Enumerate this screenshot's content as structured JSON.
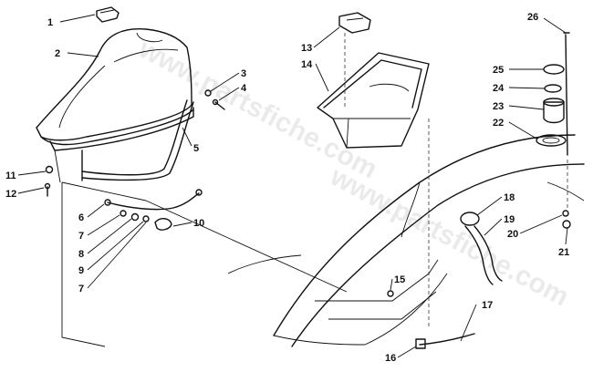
{
  "watermark": "www.partsfiche.com",
  "callouts": [
    {
      "id": "callout-1",
      "text": "1"
    },
    {
      "id": "callout-2",
      "text": "2"
    },
    {
      "id": "callout-3",
      "text": "3"
    },
    {
      "id": "callout-4",
      "text": "4"
    },
    {
      "id": "callout-5",
      "text": "5"
    },
    {
      "id": "callout-6",
      "text": "6"
    },
    {
      "id": "callout-7a",
      "text": "7"
    },
    {
      "id": "callout-8",
      "text": "8"
    },
    {
      "id": "callout-9",
      "text": "9"
    },
    {
      "id": "callout-7b",
      "text": "7"
    },
    {
      "id": "callout-10",
      "text": "10"
    },
    {
      "id": "callout-11",
      "text": "11"
    },
    {
      "id": "callout-12",
      "text": "12"
    },
    {
      "id": "callout-13",
      "text": "13"
    },
    {
      "id": "callout-14",
      "text": "14"
    },
    {
      "id": "callout-15",
      "text": "15"
    },
    {
      "id": "callout-16",
      "text": "16"
    },
    {
      "id": "callout-17",
      "text": "17"
    },
    {
      "id": "callout-18",
      "text": "18"
    },
    {
      "id": "callout-19",
      "text": "19"
    },
    {
      "id": "callout-20",
      "text": "20"
    },
    {
      "id": "callout-21",
      "text": "21"
    },
    {
      "id": "callout-22",
      "text": "22"
    },
    {
      "id": "callout-23",
      "text": "23"
    },
    {
      "id": "callout-24",
      "text": "24"
    },
    {
      "id": "callout-25",
      "text": "25"
    },
    {
      "id": "callout-26",
      "text": "26"
    }
  ]
}
